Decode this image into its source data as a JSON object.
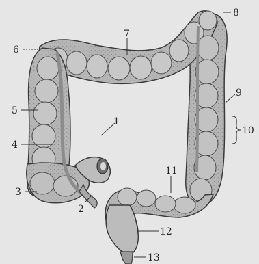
{
  "labels": {
    "l1": "1",
    "l2": "2",
    "l3": "3",
    "l4": "4",
    "l5": "5",
    "l6": "6",
    "l7": "7",
    "l8": "8",
    "l9": "9",
    "l10": "10",
    "l11": "11",
    "l12": "12",
    "l13": "13"
  },
  "colors": {
    "background": "#e6e6e6",
    "organ_fill": "#b8b8b8",
    "organ_shadow": "#7a7a7a",
    "organ_highlight": "#dcdcdc",
    "outline": "#3a3a3a"
  }
}
